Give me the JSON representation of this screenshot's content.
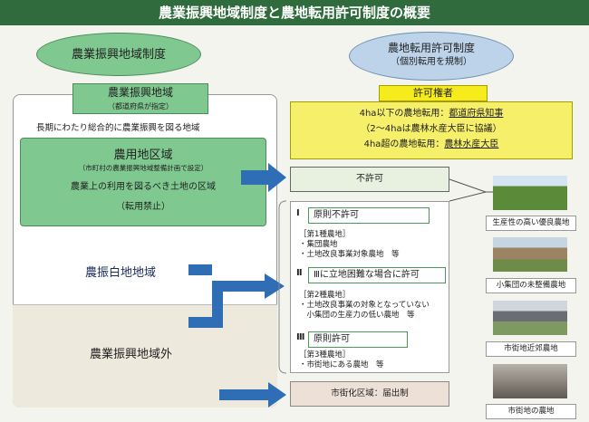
{
  "title": "農業振興地域制度と農地転用許可制度の概要",
  "left_oval": "農業振興地域制度",
  "right_oval": {
    "line1": "農地転用許可制度",
    "line2": "（個別転用を規制）"
  },
  "shinko": {
    "label": "農業振興地域",
    "sub": "（都道府県が指定）",
    "desc": "長期にわたり総合的に農業振興を図る地域"
  },
  "noyochi": {
    "title": "農用地区域",
    "sub": "（市町村の農業振興地域整備計画で設定）",
    "desc": "農業上の利用を図るべき土地の区域",
    "ban": "（転用禁止）"
  },
  "shirochi": "農振白地地域",
  "gai": "農業振興地域外",
  "kyoka": {
    "label": "許可権者",
    "l1a": "4ha以下の農地転用：",
    "l1b": "都道府県知事",
    "l2": "（2～4haは農林水産大臣に協議）",
    "l3a": "4ha超の農地転用：",
    "l3b": "農林水産大臣"
  },
  "fukyoka": "不許可",
  "class1": {
    "roman": "Ⅰ",
    "box": "原則不許可",
    "head": "［第1種農地］",
    "items": [
      "・集団農地",
      "・土地改良事業対象農地　等"
    ]
  },
  "class2": {
    "roman": "Ⅱ",
    "box": "Ⅲに立地困難な場合に許可",
    "head": "［第2種農地］",
    "items": [
      "・土地改良事業の対象となっていない",
      "　小集団の生産力の低い農地　等"
    ]
  },
  "class3": {
    "roman": "Ⅲ",
    "box": "原則許可",
    "head": "［第3種農地］",
    "items": [
      "・市街地にある農地　等"
    ]
  },
  "shigai": "市街化区域：届出制",
  "captions": [
    "生産性の高い優良農地",
    "小集団の未整備農地",
    "市街地近郊農地",
    "市街地の農地"
  ],
  "colors": {
    "title_bg": "#2f6b3c",
    "green": "#7fc88f",
    "arrow_blue": "#2f6db5",
    "yellow": "#f6ec1c"
  }
}
